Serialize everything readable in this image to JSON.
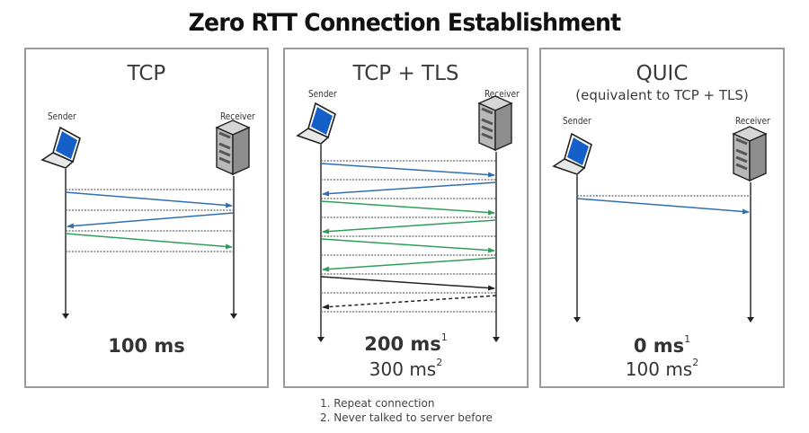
{
  "title": "Zero RTT Connection Establishment",
  "colors": {
    "blue": "#2f6fb0",
    "green": "#2f9e58",
    "black": "#222222",
    "screen": "#1460c8",
    "server": "#9c9c9c"
  },
  "panels": [
    {
      "title": "TCP",
      "subtitle": "",
      "sender_label": "Sender",
      "receiver_label": "Receiver",
      "sender_icon": "laptop-icon",
      "receiver_icon": "server-icon",
      "round_trip_dividers": 4,
      "messages": [
        {
          "direction": "sender-to-receiver",
          "color": "blue",
          "style": "solid"
        },
        {
          "direction": "receiver-to-sender",
          "color": "blue",
          "style": "solid"
        },
        {
          "direction": "sender-to-receiver",
          "color": "green",
          "style": "solid"
        }
      ],
      "result_main": "100 ms",
      "result_main_note": "",
      "result_sub": "",
      "result_sub_note": ""
    },
    {
      "title": "TCP + TLS",
      "subtitle": "",
      "sender_label": "Sender",
      "receiver_label": "Receiver",
      "sender_icon": "laptop-icon",
      "receiver_icon": "server-icon",
      "round_trip_dividers": 9,
      "messages": [
        {
          "direction": "sender-to-receiver",
          "color": "blue",
          "style": "solid"
        },
        {
          "direction": "receiver-to-sender",
          "color": "blue",
          "style": "solid"
        },
        {
          "direction": "sender-to-receiver",
          "color": "green",
          "style": "solid"
        },
        {
          "direction": "receiver-to-sender",
          "color": "green",
          "style": "solid"
        },
        {
          "direction": "sender-to-receiver",
          "color": "green",
          "style": "solid"
        },
        {
          "direction": "receiver-to-sender",
          "color": "green",
          "style": "solid"
        },
        {
          "direction": "sender-to-receiver",
          "color": "black",
          "style": "solid"
        },
        {
          "direction": "receiver-to-sender",
          "color": "black",
          "style": "dashed"
        }
      ],
      "result_main": "200 ms",
      "result_main_note": "1",
      "result_sub": "300 ms",
      "result_sub_note": "2"
    },
    {
      "title": "QUIC",
      "subtitle": "(equivalent to TCP + TLS)",
      "sender_label": "Sender",
      "receiver_label": "Receiver",
      "sender_icon": "laptop-icon",
      "receiver_icon": "server-icon",
      "round_trip_dividers": 1,
      "messages": [
        {
          "direction": "sender-to-receiver",
          "color": "blue",
          "style": "solid"
        }
      ],
      "result_main": "0 ms",
      "result_main_note": "1",
      "result_sub": "100 ms",
      "result_sub_note": "2"
    }
  ],
  "footnotes": [
    "1. Repeat connection",
    "2. Never talked to server before"
  ]
}
